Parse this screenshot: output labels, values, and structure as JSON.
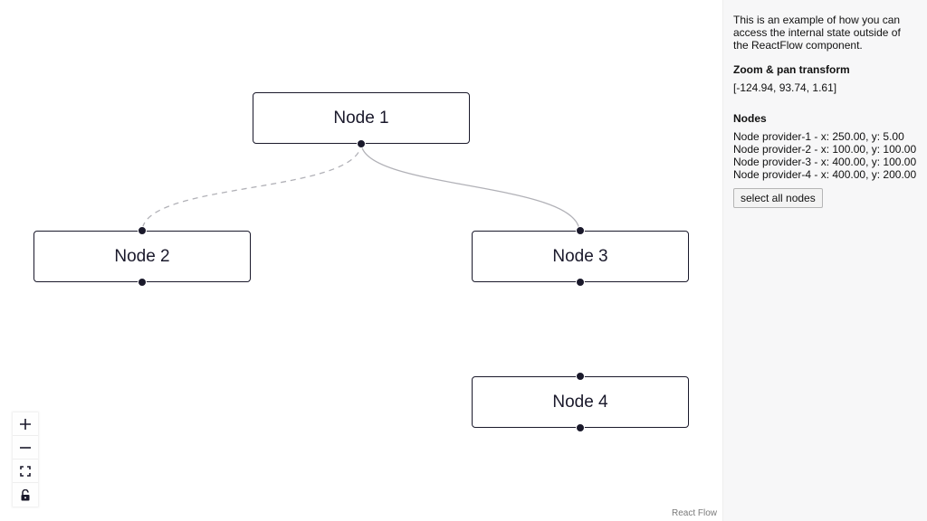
{
  "flow": {
    "nodes": [
      {
        "id": "provider-1",
        "label": "Node 1"
      },
      {
        "id": "provider-2",
        "label": "Node 2"
      },
      {
        "id": "provider-3",
        "label": "Node 3"
      },
      {
        "id": "provider-4",
        "label": "Node 4"
      }
    ],
    "edges": [
      {
        "source": "provider-1",
        "target": "provider-2",
        "style": "dashed",
        "animated": true
      },
      {
        "source": "provider-1",
        "target": "provider-3",
        "style": "solid",
        "animated": false
      }
    ],
    "attribution": "React Flow"
  },
  "controls": {
    "icons": [
      "plus-icon",
      "minus-icon",
      "fit-view-icon",
      "lock-icon"
    ]
  },
  "sidebar": {
    "intro": "This is an example of how you can access the internal state outside of the ReactFlow component.",
    "transform_title": "Zoom & pan transform",
    "transform_value": "[-124.94, 93.74, 1.61]",
    "nodes_title": "Nodes",
    "node_positions": [
      "Node provider-1 - x: 250.00, y: 5.00",
      "Node provider-2 - x: 100.00, y: 100.00",
      "Node provider-3 - x: 400.00, y: 100.00",
      "Node provider-4 - x: 400.00, y: 200.00"
    ],
    "select_all_label": "select all nodes"
  },
  "colors": {
    "node_border": "#1a192b",
    "handle": "#1a192b",
    "edge": "#b1b1b7",
    "sidebar_bg": "#f7f7f8"
  }
}
